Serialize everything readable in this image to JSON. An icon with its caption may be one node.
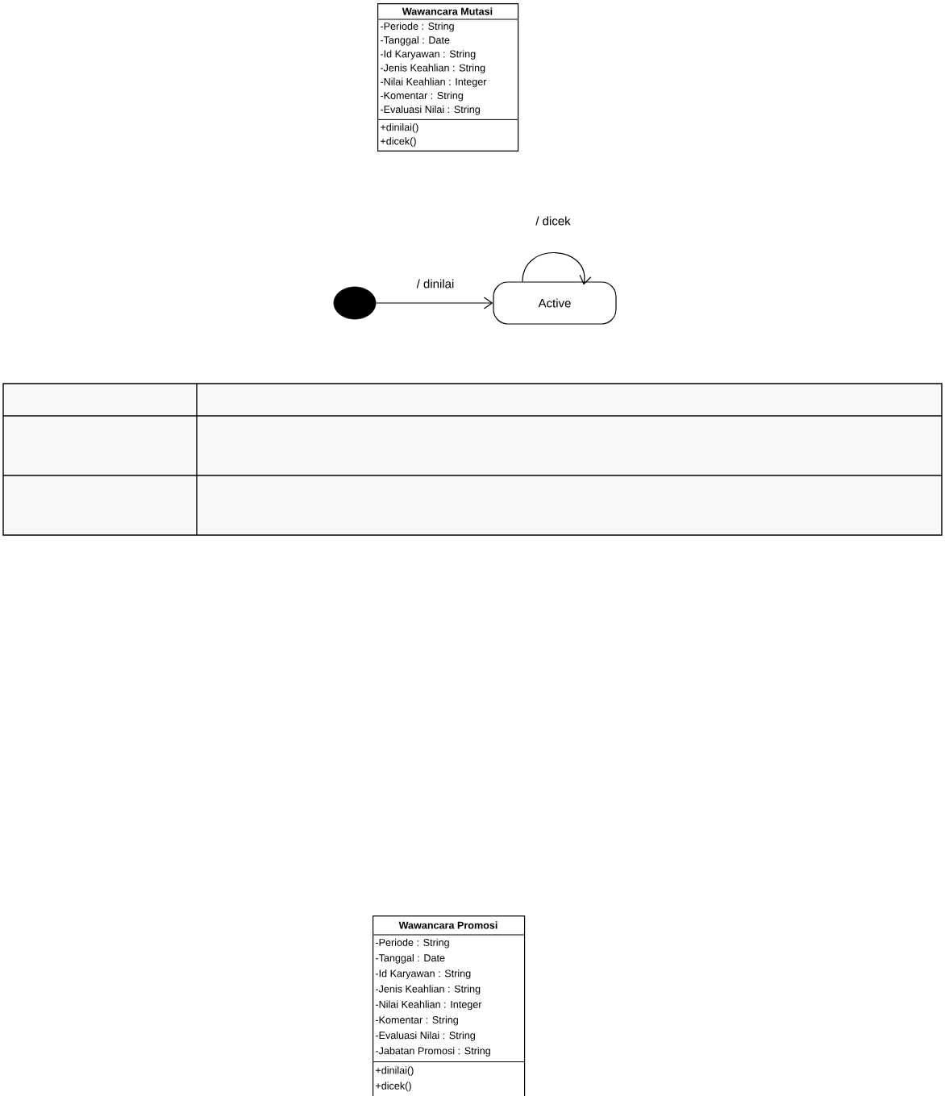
{
  "diagram": {
    "nodes": [
      {
        "text": [
          "Wawancara Mutasi",
          "-Periode : String",
          "-Tanggal : Date",
          "-Id Karyawan : String",
          "-Jenis Keahlian : String",
          "-Nilai Keahlian : Integer",
          "-Komentar : String",
          "-Evaluasi Nilai : String",
          "+dinilai()",
          "+dicek()"
        ]
      },
      {
        "text": [],
        "shape": "circle"
      },
      {
        "text": [
          "Active"
        ]
      },
      {
        "text": [
          "Wawancara Promosi",
          "-Periode : String",
          "-Tanggal : Date",
          "-Id Karyawan : String",
          "-Jenis Keahlian : String",
          "-Nilai Keahlian : Integer",
          "-Komentar : String",
          "-Evaluasi Nilai : String",
          "-Jabatan Promosi : String",
          "+dinilai()",
          "+dicek()"
        ]
      }
    ],
    "edges": [
      {
        "from": 1,
        "to": 2,
        "arrow": "to",
        "label": "/ dinilai"
      },
      {
        "from": 2,
        "to": 2,
        "arrow": "to",
        "label": "/ dicek"
      }
    ]
  }
}
